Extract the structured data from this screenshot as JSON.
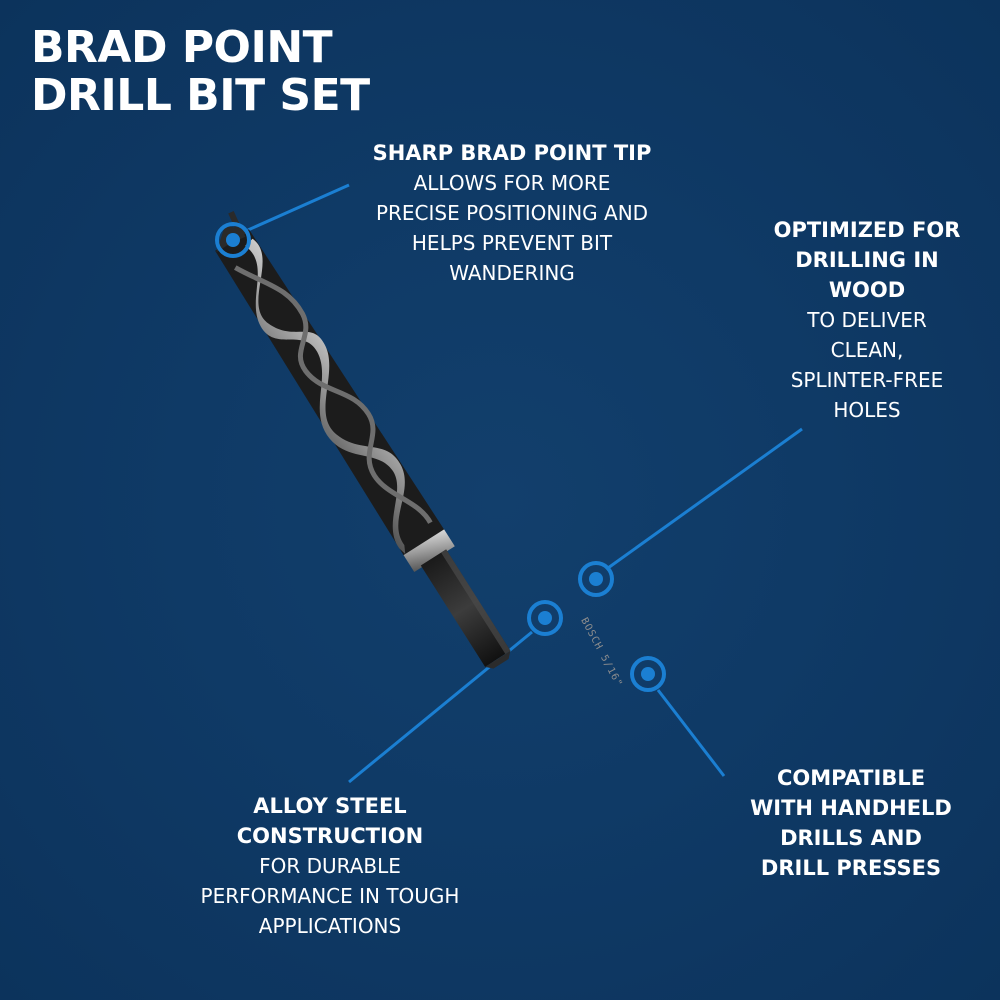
{
  "title": {
    "line1": "BRAD POINT",
    "line2": "DRILL BIT SET"
  },
  "callouts": {
    "tip": {
      "heading": "SHARP BRAD POINT TIP",
      "body": [
        "ALLOWS FOR MORE",
        "PRECISE POSITIONING AND",
        "HELPS PREVENT BIT",
        "WANDERING"
      ]
    },
    "wood": {
      "heading": [
        "OPTIMIZED FOR",
        "DRILLING IN",
        "WOOD"
      ],
      "body": [
        "TO DELIVER",
        "CLEAN,",
        "SPLINTER-FREE",
        "HOLES"
      ]
    },
    "steel": {
      "heading": [
        "ALLOY STEEL",
        "CONSTRUCTION"
      ],
      "body": [
        "FOR DURABLE",
        "PERFORMANCE IN TOUGH",
        "APPLICATIONS"
      ]
    },
    "compat": {
      "heading": [
        "COMPATIBLE",
        "WITH HANDHELD",
        "DRILLS AND",
        "DRILL PRESSES"
      ]
    }
  },
  "bit_marking": "BOSCH 5/16\"",
  "colors": {
    "background": "#0f3a66",
    "accent": "#1b7fd2",
    "text": "#ffffff"
  },
  "icons": [
    "callout-marker-icon"
  ]
}
